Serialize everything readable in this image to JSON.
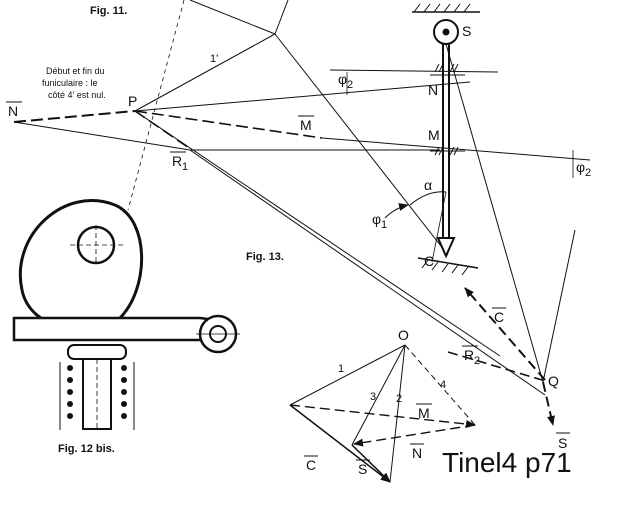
{
  "figures": {
    "fig11": "Fig. 11.",
    "fig12bis": "Fig. 12 bis.",
    "fig13": "Fig. 13."
  },
  "note": {
    "line1": "Début et fin du",
    "line2": "funiculaire : le",
    "line3": "côté 4' est nul."
  },
  "labels": {
    "P": "P",
    "N_bar": "N",
    "M_bar": "M",
    "R1": "R",
    "R1_sub": "1",
    "one_prime": "1'",
    "S": "S",
    "N": "N",
    "M": "M",
    "phi2_top": "φ",
    "phi2_top_sub": "2",
    "phi2_right": "φ",
    "phi2_right_sub": "2",
    "phi1": "φ",
    "phi1_sub": "1",
    "alpha": "α",
    "C": "C",
    "C_vec": "C",
    "R2": "R",
    "R2_sub": "2",
    "Q": "Q",
    "S_vec": "S",
    "O": "O",
    "poly_1": "1",
    "poly_2": "2",
    "poly_3": "3",
    "poly_4": "4",
    "poly_M": "M",
    "poly_N": "N",
    "poly_S": "S",
    "poly_C": "C"
  },
  "handwriting": "Tinel4 p71"
}
